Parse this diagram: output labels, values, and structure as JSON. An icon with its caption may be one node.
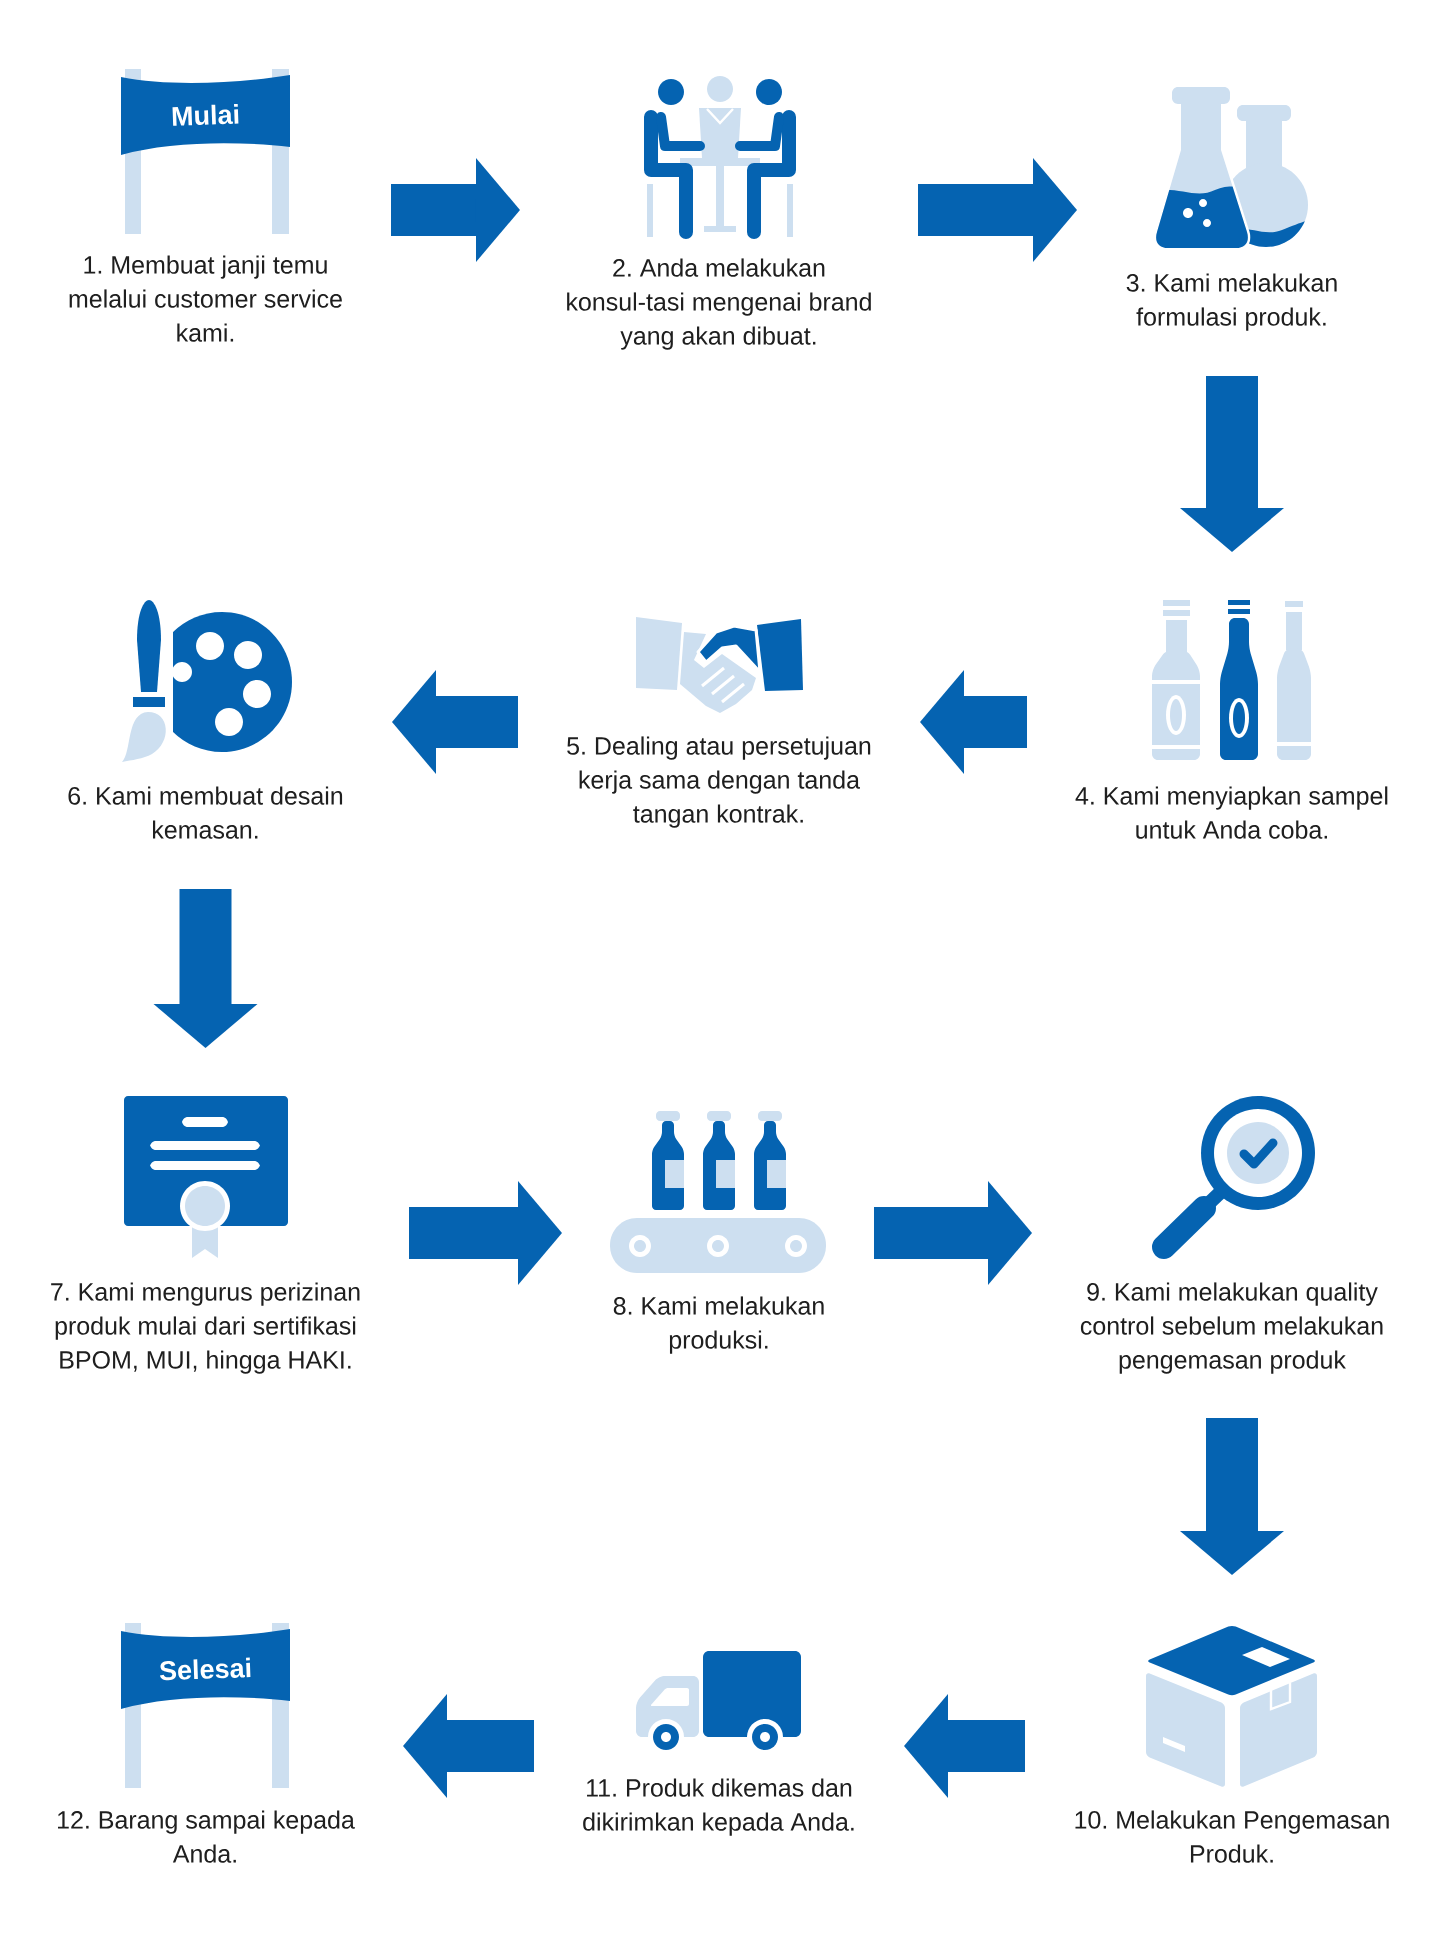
{
  "diagram": {
    "nodes": [
      {
        "text": [
          "Mulai",
          "1. Membuat janji temu melalui customer service kami."
        ]
      },
      {
        "text": [
          "2. Anda melakukan konsul-tasi mengenai brand yang akan dibuat."
        ]
      },
      {
        "text": [
          "3. Kami melakukan formulasi produk."
        ]
      },
      {
        "text": [
          "4. Kami menyiapkan sampel untuk Anda coba."
        ]
      },
      {
        "text": [
          "5. Dealing atau persetujuan kerja sama dengan tanda tangan kontrak."
        ]
      },
      {
        "text": [
          "6. Kami membuat desain kemasan."
        ]
      },
      {
        "text": [
          "7. Kami mengurus perizinan produk mulai dari sertifikasi BPOM, MUI, hingga HAKI."
        ]
      },
      {
        "text": [
          "8. Kami melakukan produksi."
        ]
      },
      {
        "text": [
          "9. Kami melakukan quality control sebelum melakukan pengemasan produk"
        ]
      },
      {
        "text": [
          "10. Melakukan Pengemasan Produk."
        ]
      },
      {
        "text": [
          "11. Produk dikemas dan dikirimkan kepada Anda."
        ]
      },
      {
        "text": [
          "Selesai",
          "12. Barang sampai kepada Anda."
        ]
      }
    ],
    "edges": [
      {
        "from": 0,
        "to": 1,
        "arrow": "to"
      },
      {
        "from": 1,
        "to": 2,
        "arrow": "to"
      },
      {
        "from": 2,
        "to": 3,
        "arrow": "to"
      },
      {
        "from": 3,
        "to": 4,
        "arrow": "to"
      },
      {
        "from": 4,
        "to": 5,
        "arrow": "to"
      },
      {
        "from": 5,
        "to": 6,
        "arrow": "to"
      },
      {
        "from": 6,
        "to": 7,
        "arrow": "to"
      },
      {
        "from": 7,
        "to": 8,
        "arrow": "to"
      },
      {
        "from": 8,
        "to": 9,
        "arrow": "to"
      },
      {
        "from": 9,
        "to": 10,
        "arrow": "to"
      },
      {
        "from": 10,
        "to": 11,
        "arrow": "to"
      }
    ]
  }
}
